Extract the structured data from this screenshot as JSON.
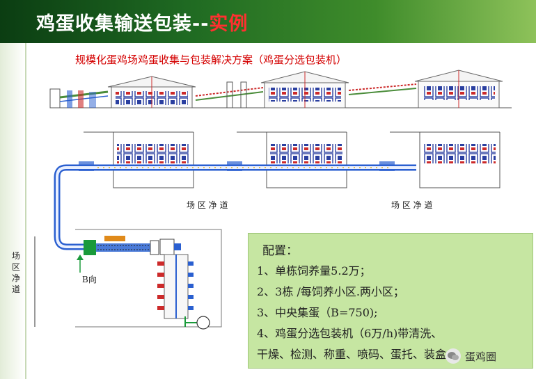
{
  "header": {
    "title": "鸡蛋收集输送包装",
    "separator": "--",
    "highlight": "实例"
  },
  "subtitle": "规模化蛋鸡场鸡蛋收集与包装解决方案（鸡蛋分选包装机）",
  "labels": {
    "road_1": "场 区 净 道",
    "road_2": "场 区 净 道",
    "road_vertical": "场区净道",
    "b_direction": "B向"
  },
  "config": {
    "title": "配置：",
    "items": [
      "1、单栋饲养量5.2万；",
      "2、3栋 /每饲养小区.两小区；",
      "3、中央集蛋（B=750);",
      "4、鸡蛋分选包装机（6万/h)带清洗、",
      "干燥、检测、称重、喷码、蛋托、装盒。"
    ]
  },
  "watermark": {
    "text": "蛋鸡圈"
  },
  "colors": {
    "header_start": "#0b3d12",
    "header_end": "#8ec25a",
    "title_red": "#ff3030",
    "subtitle_red": "#d40000",
    "config_bg": "#c6e6a2",
    "conveyor_blue": "#2a5fd0",
    "cage_blue": "#2a3fa0",
    "roof_red": "#cc2a2a"
  }
}
